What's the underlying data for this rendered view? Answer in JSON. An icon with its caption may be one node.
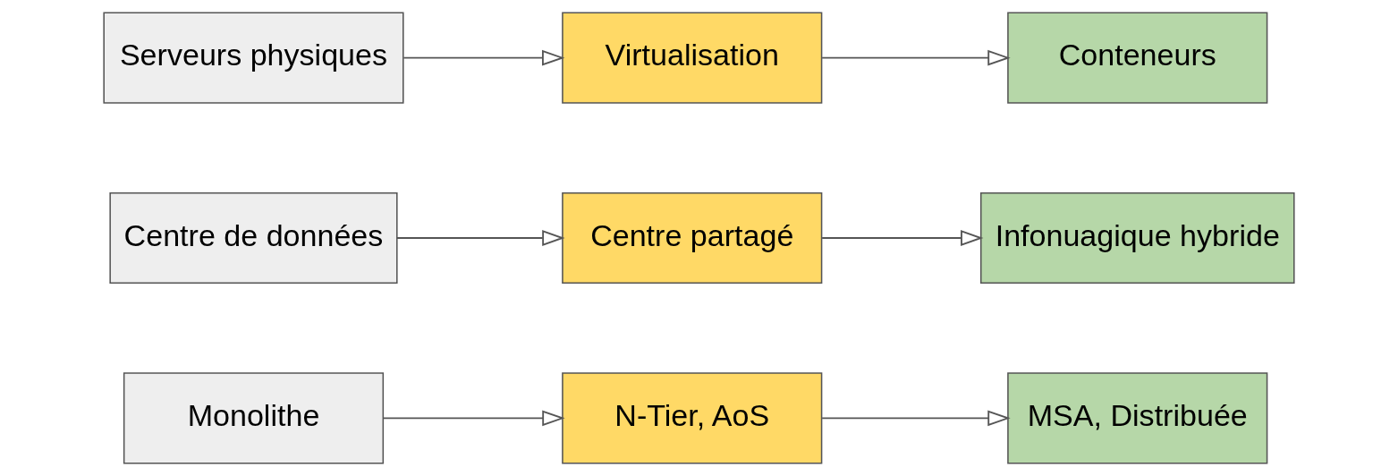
{
  "diagram": {
    "nodes": [
      {
        "text": [
          "Serveurs physiques"
        ]
      },
      {
        "text": [
          "Virtualisation"
        ]
      },
      {
        "text": [
          "Conteneurs"
        ]
      },
      {
        "text": [
          "Centre de données"
        ]
      },
      {
        "text": [
          "Centre partagé"
        ]
      },
      {
        "text": [
          "Infonuagique hybride"
        ]
      },
      {
        "text": [
          "Monolithe"
        ]
      },
      {
        "text": [
          "N-Tier, AoS"
        ]
      },
      {
        "text": [
          "MSA, Distribuée"
        ]
      }
    ],
    "edges": [
      {
        "from": 0,
        "to": 1,
        "arrow": "to"
      },
      {
        "from": 1,
        "to": 2,
        "arrow": "to"
      },
      {
        "from": 3,
        "to": 4,
        "arrow": "to"
      },
      {
        "from": 4,
        "to": 5,
        "arrow": "to"
      },
      {
        "from": 6,
        "to": 7,
        "arrow": "to"
      },
      {
        "from": 7,
        "to": 8,
        "arrow": "to"
      }
    ]
  }
}
